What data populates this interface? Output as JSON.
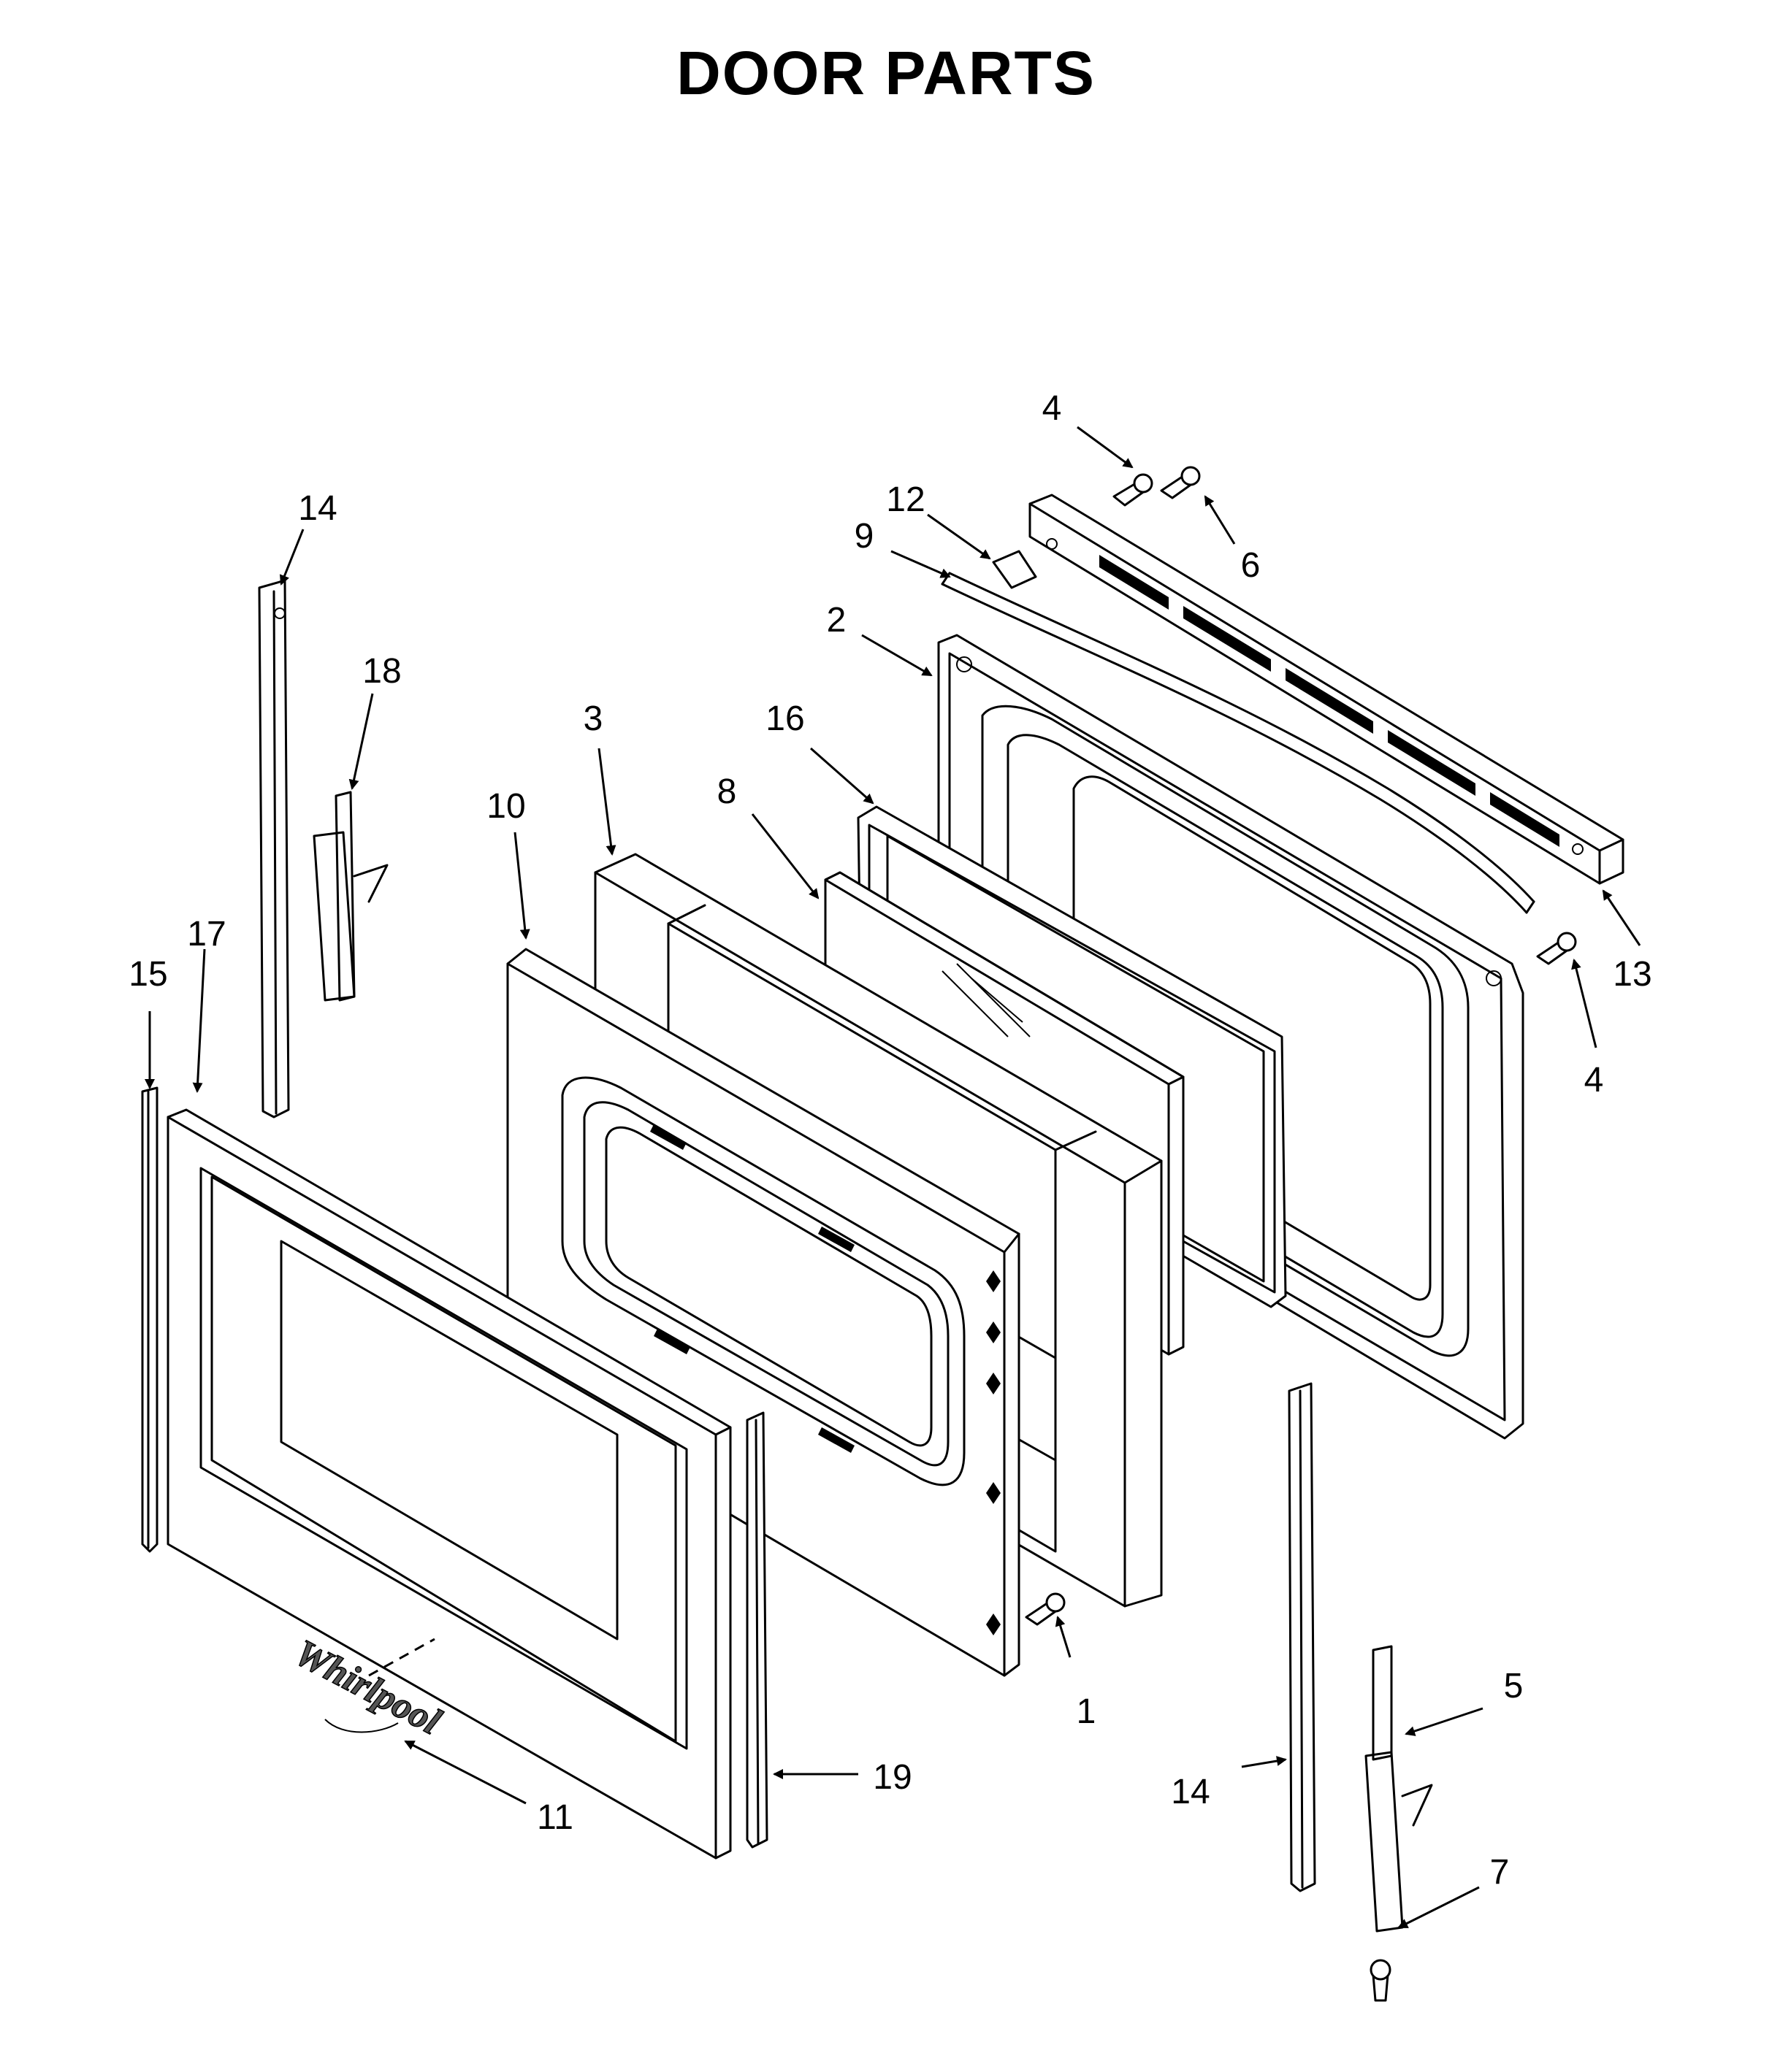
{
  "title": "DOOR PARTS",
  "logo_text": "Whirlpool",
  "callouts": [
    {
      "id": "c1",
      "text": "1"
    },
    {
      "id": "c2",
      "text": "2"
    },
    {
      "id": "c3",
      "text": "3"
    },
    {
      "id": "c4a",
      "text": "4"
    },
    {
      "id": "c4b",
      "text": "4"
    },
    {
      "id": "c5",
      "text": "5"
    },
    {
      "id": "c6",
      "text": "6"
    },
    {
      "id": "c7",
      "text": "7"
    },
    {
      "id": "c8",
      "text": "8"
    },
    {
      "id": "c9",
      "text": "9"
    },
    {
      "id": "c10",
      "text": "10"
    },
    {
      "id": "c11",
      "text": "11"
    },
    {
      "id": "c12",
      "text": "12"
    },
    {
      "id": "c13",
      "text": "13"
    },
    {
      "id": "c14a",
      "text": "14"
    },
    {
      "id": "c14b",
      "text": "14"
    },
    {
      "id": "c15",
      "text": "15"
    },
    {
      "id": "c16",
      "text": "16"
    },
    {
      "id": "c17",
      "text": "17"
    },
    {
      "id": "c18",
      "text": "18"
    },
    {
      "id": "c19",
      "text": "19"
    }
  ]
}
